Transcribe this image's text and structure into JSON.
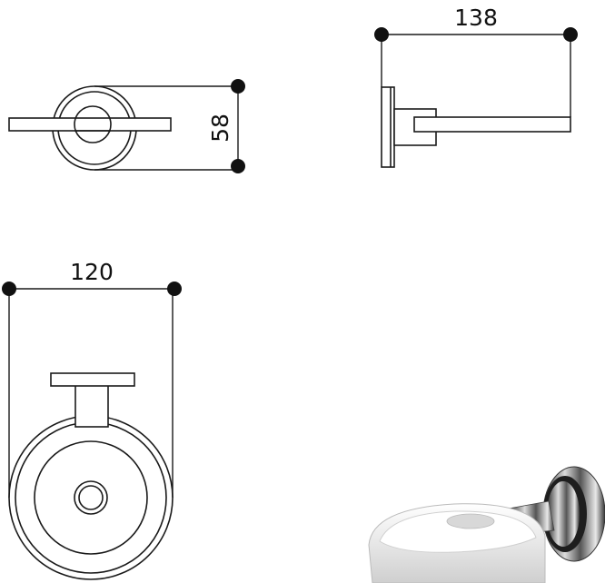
{
  "dimensions": {
    "depth": "138",
    "height": "58",
    "diameter": "120"
  },
  "colors": {
    "line": "#1a1a1a",
    "background": "#ffffff",
    "chrome_dark": "#2b2b2b",
    "chrome_light": "#dcdcdc",
    "dish_white": "#f4f4f4"
  }
}
